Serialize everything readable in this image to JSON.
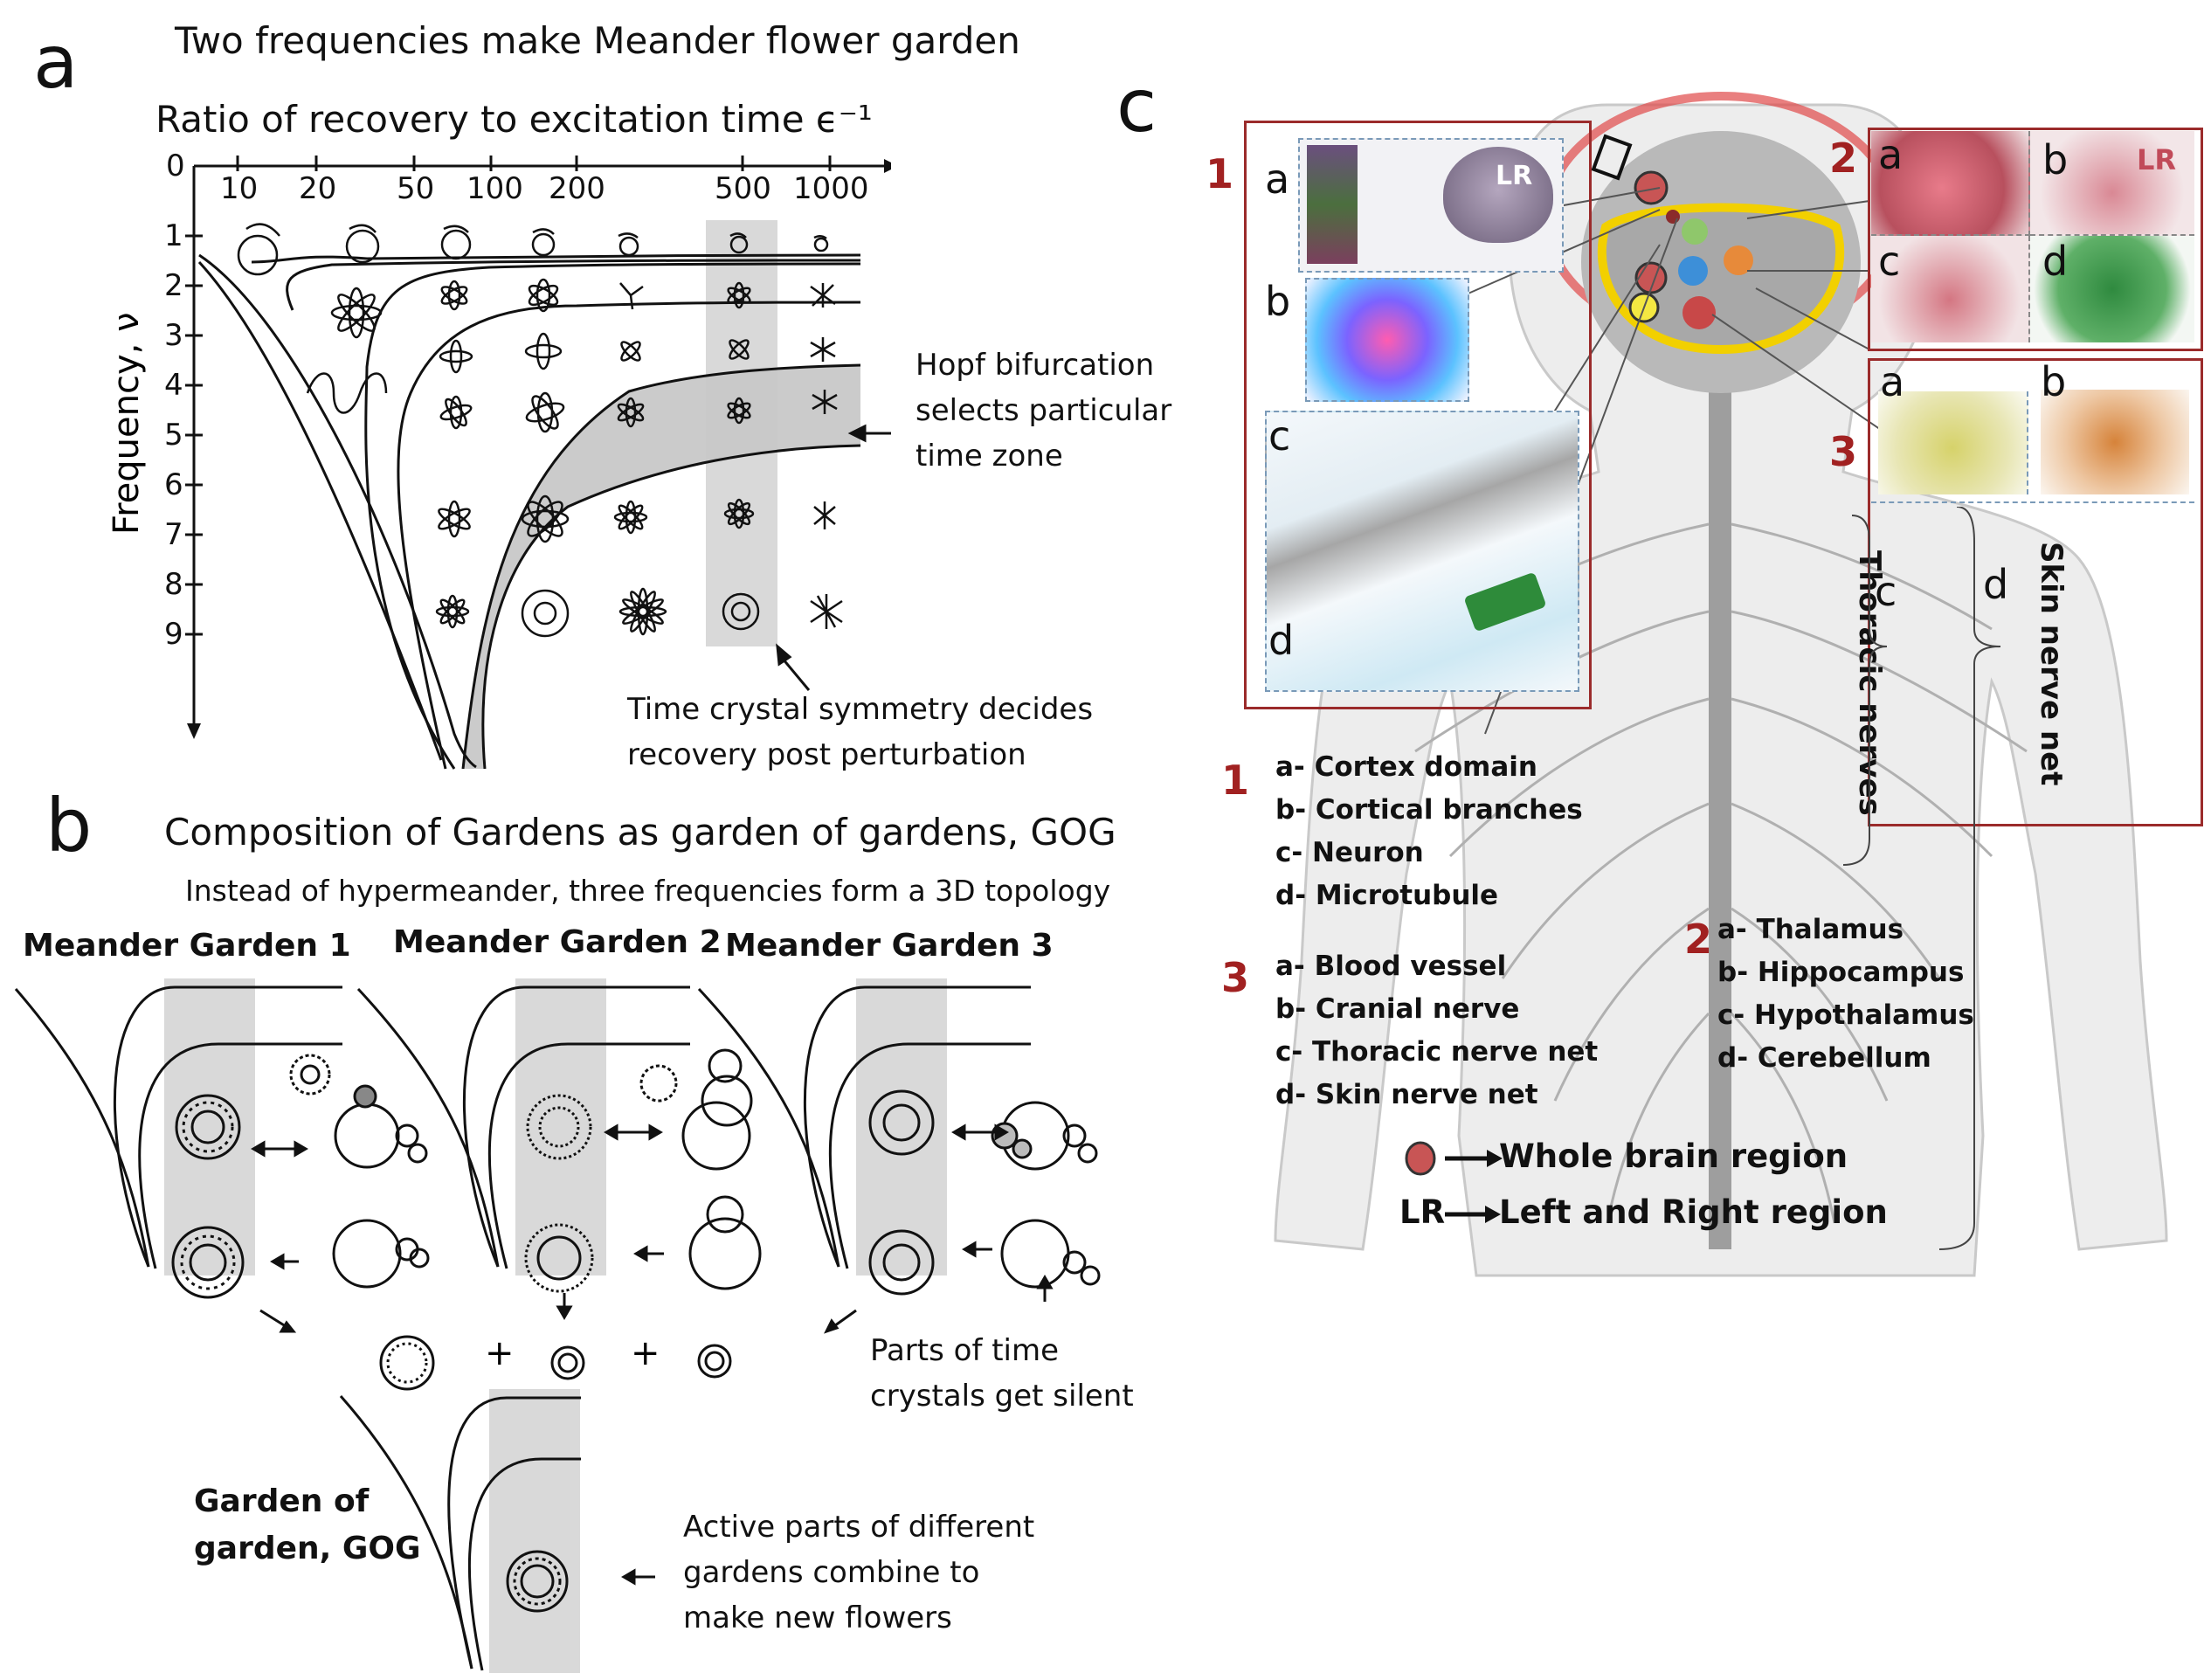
{
  "panel_a": {
    "letter": "a",
    "title": "Two frequencies make Meander flower garden",
    "x_axis_title": "Ratio of recovery to excitation time ϵ⁻¹",
    "x_zero": "0",
    "x_ticks": [
      "10",
      "20",
      "50",
      "100",
      "200",
      "500",
      "1000"
    ],
    "y_axis_title": "Frequency, ν",
    "y_ticks": [
      "1",
      "2",
      "3",
      "4",
      "5",
      "6",
      "7",
      "8",
      "9"
    ],
    "hopf_annotation": [
      "Hopf bifurcation",
      "selects particular",
      "time zone"
    ],
    "crystal_annotation": [
      "Time crystal symmetry decides",
      "recovery post perturbation"
    ]
  },
  "panel_b": {
    "letter": "b",
    "title": "Composition of Gardens as garden of gardens, GOG",
    "subtitle": "Instead of hypermeander, three frequencies form a 3D topology",
    "garden_titles": [
      "Meander Garden 1",
      "Meander Garden 2",
      "Meander Garden 3"
    ],
    "plus": "+",
    "silent_annotation": [
      "Parts of time",
      "crystals get silent"
    ],
    "gog_label": [
      "Garden of",
      "garden, GOG"
    ],
    "combine_annotation": [
      "Active parts of different",
      "gardens combine to",
      "make new flowers"
    ]
  },
  "panel_c": {
    "letter": "c",
    "box_numbers": [
      "1",
      "2",
      "3"
    ],
    "box1_labels": [
      "a",
      "b",
      "c",
      "d"
    ],
    "box2_labels": [
      "a",
      "b",
      "c",
      "d"
    ],
    "box3_labels": [
      "a",
      "b"
    ],
    "lr_tag": "LR",
    "thoracic_label": "Thoracic nerves",
    "skin_label": "Skin nerve net",
    "side_c": "c",
    "side_d": "d",
    "legend1_num": "1",
    "legend1": [
      "a- Cortex domain",
      "b- Cortical branches",
      "c- Neuron",
      "d- Microtubule"
    ],
    "legend2_num": "2",
    "legend2": [
      "a- Thalamus",
      "b- Hippocampus",
      "c- Hypothalamus",
      "d- Cerebellum"
    ],
    "legend3_num": "3",
    "legend3": [
      "a- Blood vessel",
      "b- Cranial nerve",
      "c- Thoracic nerve net",
      "d- Skin nerve net"
    ],
    "key_whole": "Whole brain region",
    "key_lr_symbol": "LR",
    "key_lr": "Left and Right region",
    "colors": {
      "accent_red": "#9b2b2b",
      "number_red": "#a12121",
      "shade": "#d9d9d9"
    }
  }
}
